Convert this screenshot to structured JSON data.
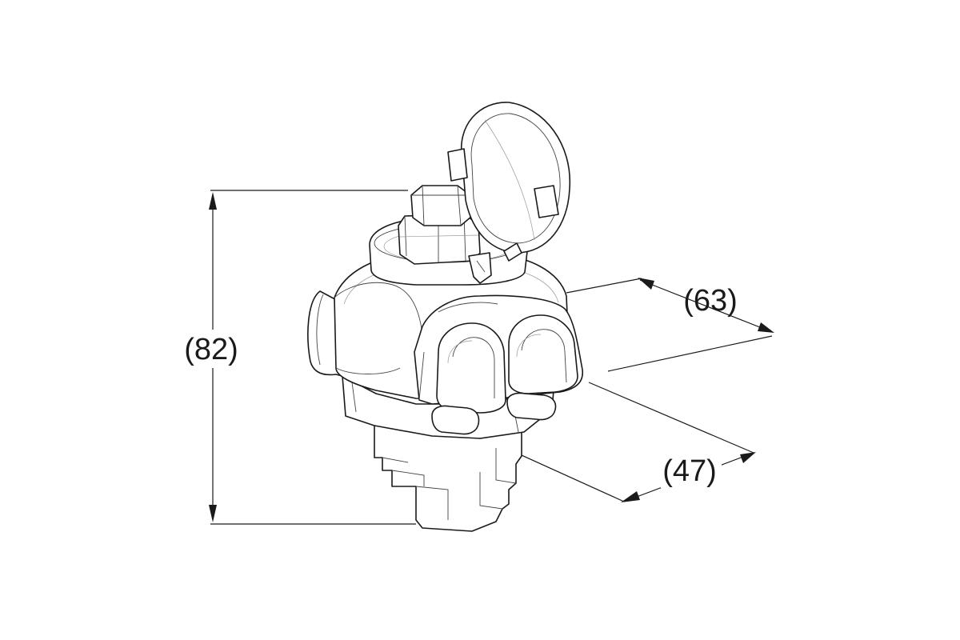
{
  "dimensions": {
    "height": "(82)",
    "depth": "(63)",
    "width": "(47)"
  },
  "colors": {
    "line": "#1a1a1a",
    "background": "#ffffff"
  }
}
